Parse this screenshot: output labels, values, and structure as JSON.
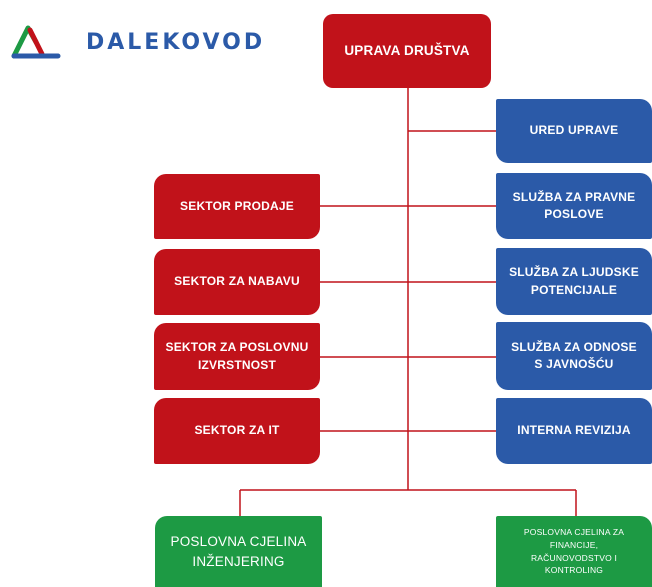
{
  "logo": {
    "text": "DALEKOVOD",
    "colors": {
      "green": "#1d9a44",
      "red": "#c1121a",
      "blue": "#2b5aa8"
    }
  },
  "top": {
    "label": "UPRAVA DRUŠTVA",
    "color": "#c1121a"
  },
  "right_units": [
    {
      "label": "URED UPRAVE"
    },
    {
      "label": "SLUŽBA ZA PRAVNE POSLOVE"
    },
    {
      "label": "SLUŽBA ZA LJUDSKE POTENCIJALE"
    },
    {
      "label": "SLUŽBA ZA ODNOSE S JAVNOŠĆU"
    },
    {
      "label": "INTERNA REVIZIJA"
    }
  ],
  "left_units": [
    {
      "label": "SEKTOR PRODAJE"
    },
    {
      "label": "SEKTOR ZA NABAVU"
    },
    {
      "label": "SEKTOR ZA POSLOVNU IZVRSTNOST"
    },
    {
      "label": "SEKTOR ZA IT"
    }
  ],
  "bottom_units": [
    {
      "label": "POSLOVNA CJELINA INŽENJERING"
    },
    {
      "label": "POSLOVNA CJELINA ZA FINANCIJE, RAČUNOVODSTVO I KONTROLING"
    }
  ],
  "colors": {
    "red": "#c1121a",
    "blue": "#2b5aa8",
    "green": "#1d9a44",
    "connector": "#c1121a"
  }
}
